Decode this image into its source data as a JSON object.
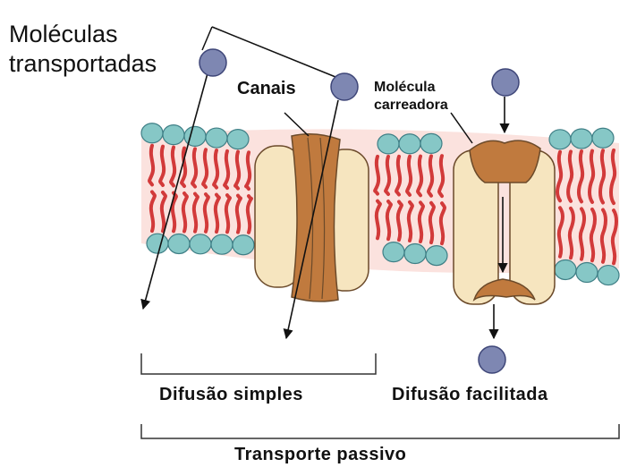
{
  "labels": {
    "molecules_line1": "Moléculas",
    "molecules_line2": "transportadas",
    "channels": "Canais",
    "carrier_line1": "Molécula",
    "carrier_line2": "carreadora",
    "simple_diffusion": "Difusão simples",
    "facilitated_diffusion": "Difusão facilitada",
    "passive_transport": "Transporte passivo"
  },
  "colors": {
    "head": "#86c7c6",
    "head_stroke": "#3f7f86",
    "tail": "#d23a3a",
    "membrane_bg": "#fbe2de",
    "protein_light": "#f6e5bf",
    "protein_dark": "#c07a3e",
    "protein_stroke": "#6b4a2a",
    "molecule": "#7e87b2",
    "molecule_stroke": "#3e4678"
  }
}
